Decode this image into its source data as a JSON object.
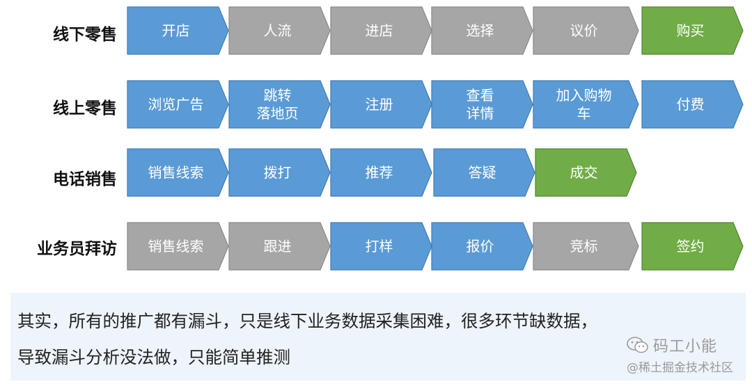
{
  "rows": [
    {
      "label": "线下零售",
      "steps": [
        {
          "text": [
            "开店"
          ],
          "color": "blue"
        },
        {
          "text": [
            "人流"
          ],
          "color": "gray"
        },
        {
          "text": [
            "进店"
          ],
          "color": "gray"
        },
        {
          "text": [
            "选择"
          ],
          "color": "gray"
        },
        {
          "text": [
            "议价"
          ],
          "color": "gray"
        },
        {
          "text": [
            "购买"
          ],
          "color": "green"
        }
      ]
    },
    {
      "label": "线上零售",
      "steps": [
        {
          "text": [
            "浏览广告"
          ],
          "color": "blue"
        },
        {
          "text": [
            "跳转",
            "落地页"
          ],
          "color": "blue"
        },
        {
          "text": [
            "注册"
          ],
          "color": "blue"
        },
        {
          "text": [
            "查看",
            "详情"
          ],
          "color": "blue"
        },
        {
          "text": [
            "加入购物",
            "车"
          ],
          "color": "blue"
        },
        {
          "text": [
            "付费"
          ],
          "color": "blue"
        }
      ]
    },
    {
      "label": "电话销售",
      "steps": [
        {
          "text": [
            "销售线索"
          ],
          "color": "blue"
        },
        {
          "text": [
            "拨打"
          ],
          "color": "blue"
        },
        {
          "text": [
            "推荐"
          ],
          "color": "blue"
        },
        {
          "text": [
            "答疑"
          ],
          "color": "blue"
        },
        {
          "text": [
            "成交"
          ],
          "color": "green"
        }
      ]
    },
    {
      "label": "业务员拜访",
      "steps": [
        {
          "text": [
            "销售线索"
          ],
          "color": "gray"
        },
        {
          "text": [
            "跟进"
          ],
          "color": "gray"
        },
        {
          "text": [
            "打样"
          ],
          "color": "blue"
        },
        {
          "text": [
            "报价"
          ],
          "color": "blue"
        },
        {
          "text": [
            "竞标"
          ],
          "color": "gray"
        },
        {
          "text": [
            "签约"
          ],
          "color": "green"
        }
      ]
    }
  ],
  "colors": {
    "blue": {
      "fill": "#5b9bd5",
      "stroke": "#3e7cb9"
    },
    "gray": {
      "fill": "#a6a6a6",
      "stroke": "#8a8a8a"
    },
    "green": {
      "fill": "#70ad47",
      "stroke": "#548235"
    }
  },
  "note": {
    "line1": "其实，所有的推广都有漏斗，只是线下业务数据采集困难，很多环节缺数据，",
    "line2": "导致漏斗分析没法做，只能简单推测"
  },
  "watermark": {
    "title": "码工小能",
    "subtitle": "@稀土掘金技术社区",
    "icon": "wechat-icon"
  }
}
